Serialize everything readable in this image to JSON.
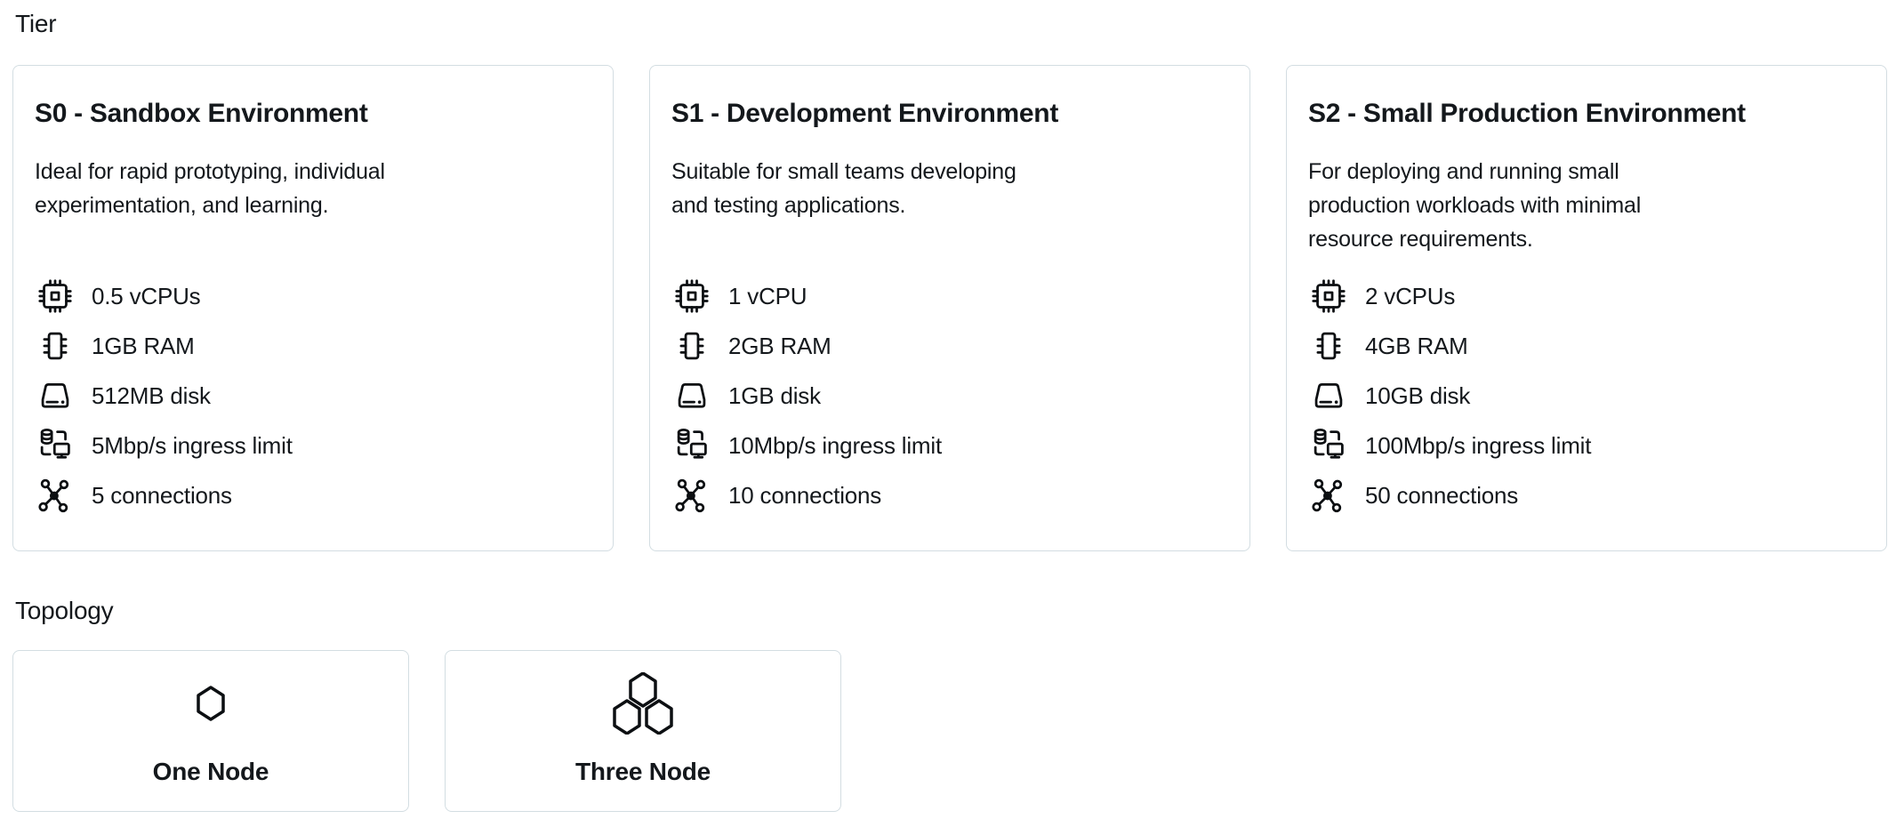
{
  "colors": {
    "background": "#ffffff",
    "card_border": "#d3dde2",
    "text": "#14181c",
    "icon": "#0c0f12"
  },
  "tier": {
    "label": "Tier",
    "cards": [
      {
        "id": "S0",
        "title": "S0 - Sandbox Environment",
        "description": "Ideal for rapid prototyping, individual\nexperimentation, and learning.",
        "specs": [
          {
            "icon": "cpu-icon",
            "text": "0.5 vCPUs"
          },
          {
            "icon": "ram-icon",
            "text": "1GB RAM"
          },
          {
            "icon": "disk-icon",
            "text": "512MB disk"
          },
          {
            "icon": "ingress-icon",
            "text": "5Mbp/s ingress limit"
          },
          {
            "icon": "connections-icon",
            "text": "5 connections"
          }
        ]
      },
      {
        "id": "S1",
        "title": "S1 - Development Environment",
        "description": "Suitable for small teams developing\nand testing applications.",
        "specs": [
          {
            "icon": "cpu-icon",
            "text": "1 vCPU"
          },
          {
            "icon": "ram-icon",
            "text": "2GB RAM"
          },
          {
            "icon": "disk-icon",
            "text": "1GB disk"
          },
          {
            "icon": "ingress-icon",
            "text": "10Mbp/s ingress limit"
          },
          {
            "icon": "connections-icon",
            "text": "10 connections"
          }
        ]
      },
      {
        "id": "S2",
        "title": "S2 - Small Production Environment",
        "description": "For deploying and running small\nproduction workloads with minimal\nresource requirements.",
        "specs": [
          {
            "icon": "cpu-icon",
            "text": "2 vCPUs"
          },
          {
            "icon": "ram-icon",
            "text": "4GB RAM"
          },
          {
            "icon": "disk-icon",
            "text": "10GB disk"
          },
          {
            "icon": "ingress-icon",
            "text": "100Mbp/s ingress limit"
          },
          {
            "icon": "connections-icon",
            "text": "50 connections"
          }
        ]
      }
    ]
  },
  "topology": {
    "label": "Topology",
    "options": [
      {
        "icon": "one-node-icon",
        "label": "One Node"
      },
      {
        "icon": "three-node-icon",
        "label": "Three Node"
      }
    ]
  }
}
